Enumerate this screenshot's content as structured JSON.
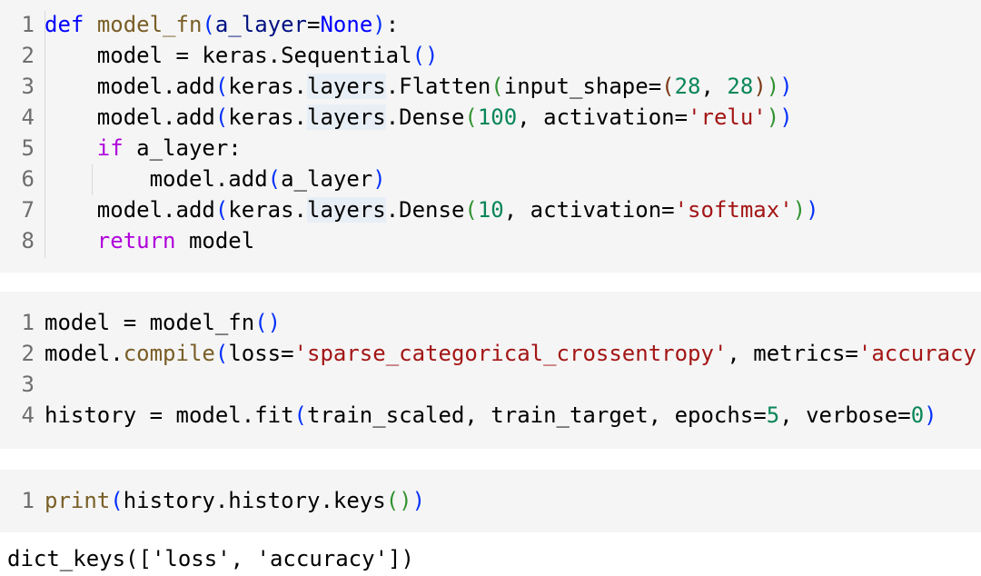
{
  "cells": [
    {
      "lines": [
        {
          "n": "1",
          "tokens": [
            {
              "t": "def",
              "c": "kw"
            },
            {
              "t": " ",
              "c": ""
            },
            {
              "t": "model_fn",
              "c": "fn"
            },
            {
              "t": "(",
              "c": "p1"
            },
            {
              "t": "a_layer",
              "c": "param"
            },
            {
              "t": "=",
              "c": ""
            },
            {
              "t": "None",
              "c": "kw"
            },
            {
              "t": ")",
              "c": "p1"
            },
            {
              "t": ":",
              "c": ""
            }
          ]
        },
        {
          "n": "2",
          "tokens": [
            {
              "t": "    model = keras.Sequential",
              "c": ""
            },
            {
              "t": "()",
              "c": "p1"
            }
          ]
        },
        {
          "n": "3",
          "tokens": [
            {
              "t": "    model.add",
              "c": ""
            },
            {
              "t": "(",
              "c": "p1"
            },
            {
              "t": "keras.",
              "c": ""
            },
            {
              "t": "layers",
              "c": "hl"
            },
            {
              "t": ".Flatten",
              "c": ""
            },
            {
              "t": "(",
              "c": "p2"
            },
            {
              "t": "input_shape=",
              "c": ""
            },
            {
              "t": "(",
              "c": "p3"
            },
            {
              "t": "28",
              "c": "num"
            },
            {
              "t": ", ",
              "c": ""
            },
            {
              "t": "28",
              "c": "num"
            },
            {
              "t": ")",
              "c": "p3"
            },
            {
              "t": ")",
              "c": "p2"
            },
            {
              "t": ")",
              "c": "p1"
            }
          ]
        },
        {
          "n": "4",
          "tokens": [
            {
              "t": "    model.add",
              "c": ""
            },
            {
              "t": "(",
              "c": "p1"
            },
            {
              "t": "keras.",
              "c": ""
            },
            {
              "t": "layers",
              "c": "hl"
            },
            {
              "t": ".Dense",
              "c": ""
            },
            {
              "t": "(",
              "c": "p2"
            },
            {
              "t": "100",
              "c": "num"
            },
            {
              "t": ", activation=",
              "c": ""
            },
            {
              "t": "'relu'",
              "c": "str"
            },
            {
              "t": ")",
              "c": "p2"
            },
            {
              "t": ")",
              "c": "p1"
            }
          ]
        },
        {
          "n": "5",
          "tokens": [
            {
              "t": "    ",
              "c": ""
            },
            {
              "t": "if",
              "c": "ctl"
            },
            {
              "t": " a_layer:",
              "c": ""
            }
          ]
        },
        {
          "n": "6",
          "tokens": [
            {
              "t": "        model.add",
              "c": ""
            },
            {
              "t": "(",
              "c": "p1"
            },
            {
              "t": "a_layer",
              "c": ""
            },
            {
              "t": ")",
              "c": "p1"
            }
          ]
        },
        {
          "n": "7",
          "tokens": [
            {
              "t": "    model.add",
              "c": ""
            },
            {
              "t": "(",
              "c": "p1"
            },
            {
              "t": "keras.",
              "c": ""
            },
            {
              "t": "layers",
              "c": "hl"
            },
            {
              "t": ".Dense",
              "c": ""
            },
            {
              "t": "(",
              "c": "p2"
            },
            {
              "t": "10",
              "c": "num"
            },
            {
              "t": ", activation=",
              "c": ""
            },
            {
              "t": "'softmax'",
              "c": "str"
            },
            {
              "t": ")",
              "c": "p2"
            },
            {
              "t": ")",
              "c": "p1"
            }
          ]
        },
        {
          "n": "8",
          "tokens": [
            {
              "t": "    ",
              "c": ""
            },
            {
              "t": "return",
              "c": "ctl"
            },
            {
              "t": " model",
              "c": ""
            }
          ]
        }
      ]
    },
    {
      "lines": [
        {
          "n": "1",
          "tokens": [
            {
              "t": "model = model_fn",
              "c": ""
            },
            {
              "t": "()",
              "c": "p1"
            }
          ]
        },
        {
          "n": "2",
          "tokens": [
            {
              "t": "model.",
              "c": ""
            },
            {
              "t": "compile",
              "c": "fn"
            },
            {
              "t": "(",
              "c": "p1"
            },
            {
              "t": "loss=",
              "c": ""
            },
            {
              "t": "'sparse_categorical_crossentropy'",
              "c": "str"
            },
            {
              "t": ", metrics=",
              "c": ""
            },
            {
              "t": "'accuracy'",
              "c": "str"
            },
            {
              "t": ")",
              "c": "p1"
            }
          ]
        },
        {
          "n": "3",
          "tokens": []
        },
        {
          "n": "4",
          "tokens": [
            {
              "t": "history = model.fit",
              "c": ""
            },
            {
              "t": "(",
              "c": "p1"
            },
            {
              "t": "train_scaled, train_target, epochs=",
              "c": ""
            },
            {
              "t": "5",
              "c": "num"
            },
            {
              "t": ", verbose=",
              "c": ""
            },
            {
              "t": "0",
              "c": "num"
            },
            {
              "t": ")",
              "c": "p1"
            }
          ]
        }
      ]
    },
    {
      "lines": [
        {
          "n": "1",
          "tokens": [
            {
              "t": "print",
              "c": "fn"
            },
            {
              "t": "(",
              "c": "p1"
            },
            {
              "t": "history.history.keys",
              "c": ""
            },
            {
              "t": "()",
              "c": "p2"
            },
            {
              "t": ")",
              "c": "p1"
            }
          ]
        }
      ]
    }
  ],
  "output": "dict_keys(['loss', 'accuracy'])"
}
